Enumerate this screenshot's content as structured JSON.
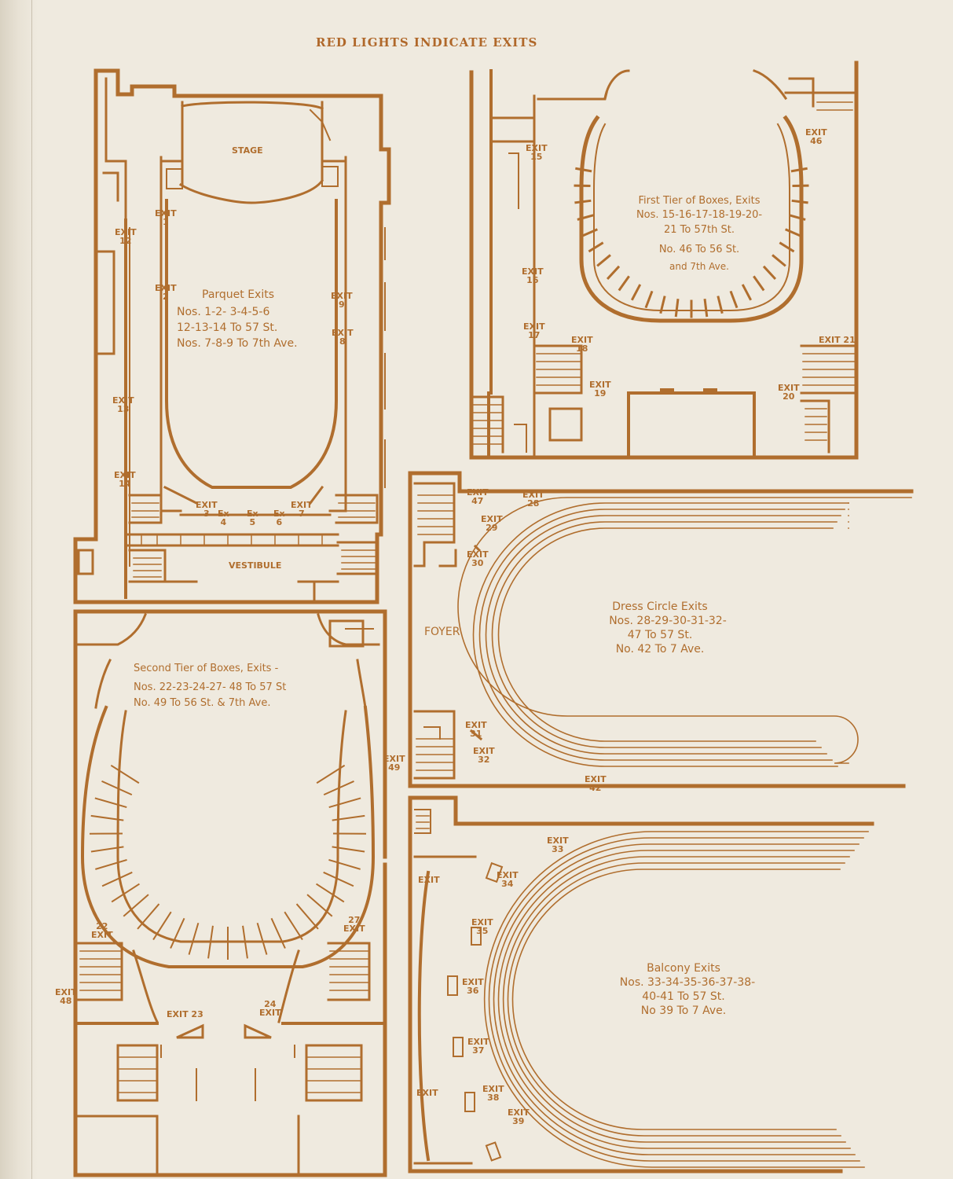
{
  "header": "RED LIGHTS INDICATE EXITS",
  "colors": {
    "ink": "#b06e2e",
    "paper": "#efeadf"
  },
  "parquet": {
    "stage": "STAGE",
    "vestibule": "VESTIBULE",
    "title": "Parquet Exits",
    "lines": [
      "Nos. 1-2- 3-4-5-6",
      "12-13-14 To 57 St.",
      "Nos. 7-8-9 To 7th Ave."
    ],
    "exits": {
      "e1": [
        "EXIT",
        "1"
      ],
      "e2": [
        "EXIT",
        "2"
      ],
      "e12": [
        "EXIT",
        "12"
      ],
      "e13": [
        "EXIT",
        "13"
      ],
      "e14": [
        "EXIT",
        "14"
      ],
      "e9": [
        "EXIT",
        "9"
      ],
      "e8": [
        "EXIT",
        "8"
      ],
      "e3": [
        "EXIT",
        "3"
      ],
      "e4": [
        "Ex",
        "4"
      ],
      "e5": [
        "Ex",
        "5"
      ],
      "e6": [
        "Ex",
        "6"
      ],
      "e7": [
        "EXIT",
        "7"
      ]
    }
  },
  "first_tier": {
    "lines": [
      "First Tier of Boxes, Exits",
      "Nos. 15-16-17-18-19-20-",
      "21 To 57th St.",
      "No. 46 To 56 St.",
      "and 7th Ave."
    ],
    "exits": {
      "e15": [
        "EXIT",
        "15"
      ],
      "e16": [
        "EXIT",
        "16"
      ],
      "e17": [
        "EXIT",
        "17"
      ],
      "e18": [
        "EXIT",
        "18"
      ],
      "e19": [
        "EXIT",
        "19"
      ],
      "e20": [
        "EXIT",
        "20"
      ],
      "e21": [
        "EXIT 21"
      ],
      "e46": [
        "EXIT",
        "46"
      ]
    }
  },
  "dress_circle": {
    "foyer": "FOYER",
    "lines": [
      "Dress Circle Exits",
      "Nos. 28-29-30-31-32-",
      "47 To 57 St.",
      "No. 42 To 7 Ave."
    ],
    "exits": {
      "e47": [
        "EXIT",
        "47"
      ],
      "e28": [
        "EXIT",
        "28"
      ],
      "e29": [
        "EXIT",
        "29"
      ],
      "e30": [
        "EXIT",
        "30"
      ],
      "e31": [
        "EXIT",
        "31"
      ],
      "e32": [
        "EXIT",
        "32"
      ],
      "e42": [
        "EXIT",
        "42"
      ]
    }
  },
  "second_tier": {
    "lines": [
      "Second Tier of Boxes, Exits -",
      "Nos. 22-23-24-27- 48 To 57 St",
      "No. 49 To 56 St. & 7th Ave."
    ],
    "exits": {
      "e49": [
        "EXIT",
        "49"
      ],
      "e22": [
        "22",
        "EXIT"
      ],
      "e27": [
        "27",
        "EXIT"
      ],
      "e48": [
        "EXIT",
        "48"
      ],
      "e23": [
        "EXIT 23"
      ],
      "e24": [
        "24",
        "EXIT"
      ]
    }
  },
  "balcony": {
    "lines": [
      "Balcony Exits",
      "Nos. 33-34-35-36-37-38-",
      "40-41 To 57 St.",
      "No 39 To 7 Ave."
    ],
    "exits": {
      "e33": [
        "EXIT",
        "33"
      ],
      "e34": [
        "EXIT",
        "34"
      ],
      "e35": [
        "EXIT",
        "35"
      ],
      "e36": [
        "EXIT",
        "36"
      ],
      "e37": [
        "EXIT",
        "37"
      ],
      "e38": [
        "EXIT",
        "38"
      ],
      "e39": [
        "EXIT",
        "39"
      ],
      "ea": [
        "EXIT"
      ],
      "eb": [
        "EXIT"
      ]
    }
  }
}
